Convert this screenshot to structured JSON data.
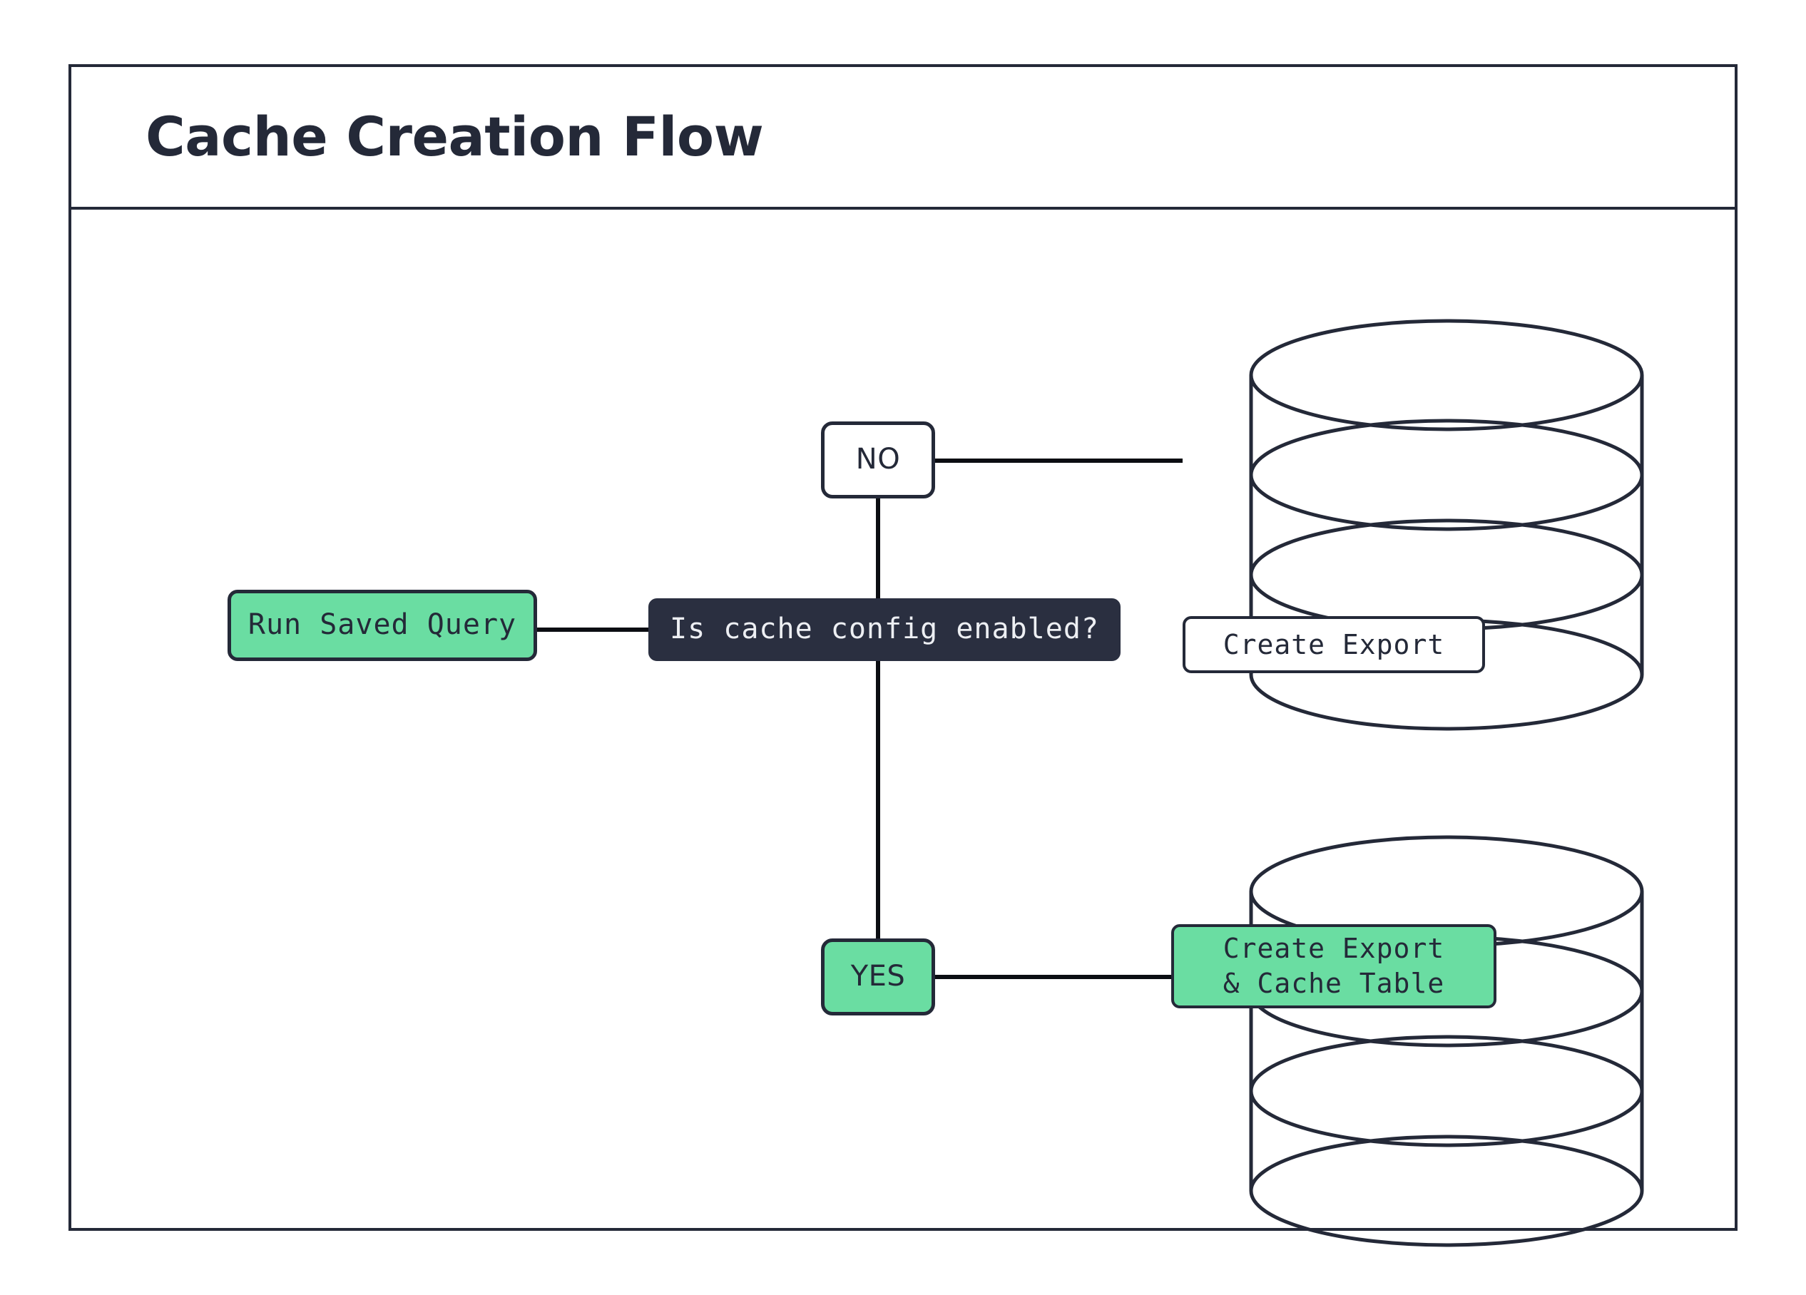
{
  "title": "Cache Creation Flow",
  "diagram": {
    "type": "flowchart",
    "direction": "left-to-right",
    "nodes": [
      {
        "id": "run_saved_query",
        "label": "Run Saved Query",
        "shape": "rounded-rect",
        "style": "green"
      },
      {
        "id": "decision",
        "label": "Is cache config enabled?",
        "shape": "rounded-rect",
        "style": "dark"
      },
      {
        "id": "no_branch",
        "label": "NO",
        "shape": "rounded-rect",
        "style": "white"
      },
      {
        "id": "yes_branch",
        "label": "YES",
        "shape": "rounded-rect",
        "style": "green"
      },
      {
        "id": "create_export",
        "label": "Create Export",
        "shape": "cylinder-label",
        "style": "white"
      },
      {
        "id": "create_export_cache",
        "label": "Create Export\n& Cache Table",
        "shape": "cylinder-label",
        "style": "green"
      }
    ],
    "edges": [
      {
        "from": "run_saved_query",
        "to": "decision"
      },
      {
        "from": "decision",
        "to": "no_branch"
      },
      {
        "from": "decision",
        "to": "yes_branch"
      },
      {
        "from": "no_branch",
        "to": "create_export"
      },
      {
        "from": "yes_branch",
        "to": "create_export_cache"
      }
    ],
    "containers": [
      {
        "id": "database_top",
        "shape": "cylinder",
        "contains": "create_export"
      },
      {
        "id": "database_bottom",
        "shape": "cylinder",
        "contains": "create_export_cache"
      }
    ]
  },
  "colors": {
    "ink": "#242938",
    "dark_fill": "#2A2F40",
    "green_fill": "#6ADDA2",
    "white_fill": "#FFFFFF",
    "line": "#0B0D12"
  }
}
